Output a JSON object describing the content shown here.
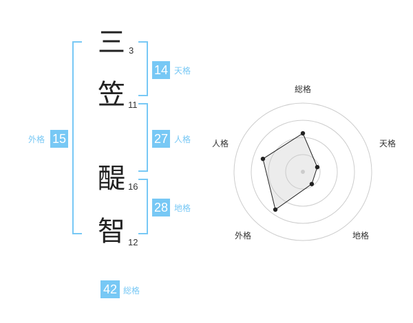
{
  "theme": {
    "accent": "#77c8f5",
    "label_color": "#77c8f5",
    "text": "#222222",
    "grid": "#cccccc"
  },
  "name": {
    "chars": [
      {
        "char": "三",
        "strokes": "3"
      },
      {
        "char": "笠",
        "strokes": "11"
      },
      {
        "char": "醍",
        "strokes": "16"
      },
      {
        "char": "智",
        "strokes": "12"
      }
    ]
  },
  "kaku": {
    "tenkaku": {
      "value": "14",
      "label": "天格"
    },
    "jinkaku": {
      "value": "27",
      "label": "人格"
    },
    "chikaku": {
      "value": "28",
      "label": "地格"
    },
    "gaikaku": {
      "value": "15",
      "label": "外格"
    },
    "soukaku": {
      "value": "42",
      "label": "総格"
    }
  },
  "chart_data": {
    "type": "radar",
    "axes": [
      "総格",
      "天格",
      "地格",
      "外格",
      "人格"
    ],
    "values": [
      0.56,
      0.22,
      0.22,
      0.68,
      0.61
    ],
    "rings": 4,
    "range": [
      0,
      1
    ]
  }
}
